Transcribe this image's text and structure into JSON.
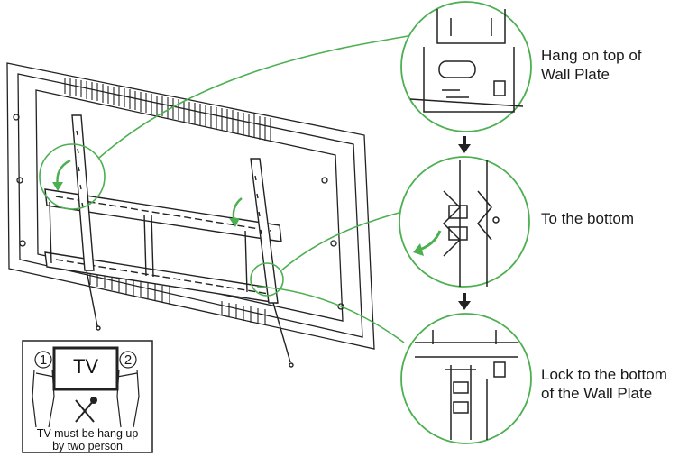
{
  "steps": [
    {
      "lines": [
        "Hang on top of",
        "Wall Plate"
      ]
    },
    {
      "lines": [
        "To the bottom"
      ]
    },
    {
      "lines": [
        "Lock to the bottom",
        "of the Wall Plate"
      ]
    }
  ],
  "warning": {
    "tv_label": "TV",
    "person_numbers": [
      "1",
      "2"
    ],
    "lines": [
      "TV must be hang up",
      "by two person"
    ]
  },
  "colors": {
    "accent_green": "#4caf50",
    "line": "#222222"
  },
  "icons": [
    "down-arrow-icon",
    "curved-arrow-icon",
    "tools-icon"
  ]
}
